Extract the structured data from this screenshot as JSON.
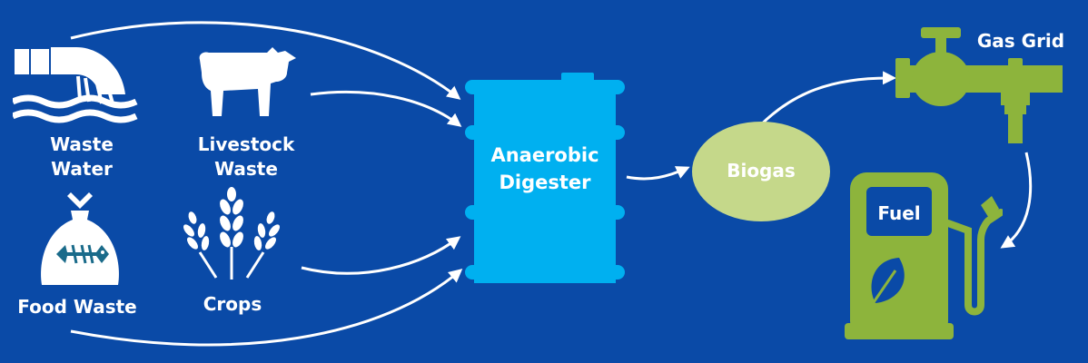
{
  "sources": {
    "waste_water": {
      "label_line1": "Waste",
      "label_line2": "Water",
      "icon": "waste-water-pipe-icon"
    },
    "livestock": {
      "label_line1": "Livestock",
      "label_line2": "Waste",
      "icon": "cow-icon"
    },
    "food": {
      "label": "Food Waste",
      "icon": "food-waste-bag-icon"
    },
    "crops": {
      "label": "Crops",
      "icon": "wheat-icon"
    }
  },
  "digester": {
    "label_line1": "Anaerobic",
    "label_line2": "Digester",
    "icon": "digester-tank-icon"
  },
  "biogas": {
    "label": "Biogas"
  },
  "outputs": {
    "gas_grid": {
      "label": "Gas Grid",
      "icon": "gas-pipe-valve-icon"
    },
    "fuel": {
      "label": "Fuel",
      "icon": "fuel-pump-icon"
    }
  },
  "colors": {
    "background": "#0a4aa7",
    "digester": "#00b0f0",
    "biogas": "#c5d88a",
    "green_icon": "#8db43c",
    "white": "#ffffff"
  }
}
